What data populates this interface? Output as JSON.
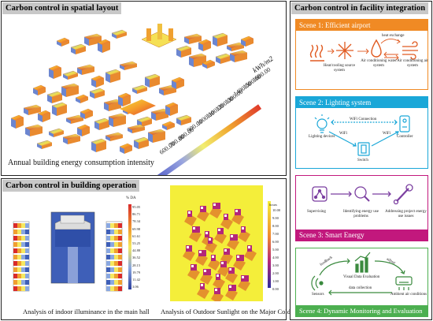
{
  "spatial": {
    "title": "Carbon control in spatial layout",
    "caption": "Annual building energy consumption intensity",
    "unit": "kWh/m2",
    "legend_values": [
      "1600.00",
      "1500.00",
      "1400.00",
      "1300.00",
      "1200.00",
      "1100.00",
      "1000.00",
      "900.00",
      "800.00",
      "700.00",
      "600.00"
    ]
  },
  "operation": {
    "title": "Carbon control in building operation",
    "left_caption": "Analysis of indoor illuminance in the main hall",
    "right_caption": "Analysis of Outdoor Sunlight on the Major Cold Day",
    "da_unit": "% DA",
    "da_values": [
      "95.05",
      "86.71",
      "78.34",
      "69.98",
      "61.61",
      "53.25",
      "44.88",
      "36.52",
      "28.15",
      "19.79",
      "11.42",
      "3.06"
    ],
    "sun_unit": "hours",
    "sun_values": [
      "10.00",
      "9.00",
      "8.00",
      "7.00",
      "6.00",
      "5.00",
      "4.00",
      "3.00",
      "2.00",
      "1.00",
      "0.00"
    ]
  },
  "facility": {
    "title": "Carbon control in facility integration",
    "scene1": {
      "header": "Scene 1: Efficient airport",
      "heat_exchange": "heat exchange",
      "heat_source": "Heat/cooling source system",
      "water_system": "Air conditioning water system",
      "air_system": "Air conditioning air system"
    },
    "scene2": {
      "header": "Scene 2: Lighting system",
      "wifi_connection": "WiFi Connection",
      "wifi_left": "WiFi",
      "wifi_right": "WiFi",
      "lighting": "Lighting devices",
      "controller": "Controller",
      "switch": "Switch"
    },
    "scene3": {
      "header": "Scene 3: Smart Energy",
      "supervising": "Supervising",
      "identifying": "Identifying energy use problems",
      "addressing": "Addressing project energy use issues"
    },
    "scene4": {
      "header": "Scene 4: Dynamic Monitoring and Evaluation",
      "feedback": "feedback",
      "adjust": "adjust",
      "visual": "Visual Data Evaluation",
      "data_collection": "data collection",
      "sensors": "Sensors",
      "ambient": "Ambient air conditions"
    }
  },
  "colors": {
    "scene1": "#f08a24",
    "scene2": "#1aa7d8",
    "scene3": "#c2187d",
    "scene4": "#4caf50",
    "accent_purple": "#7b3fa0"
  }
}
